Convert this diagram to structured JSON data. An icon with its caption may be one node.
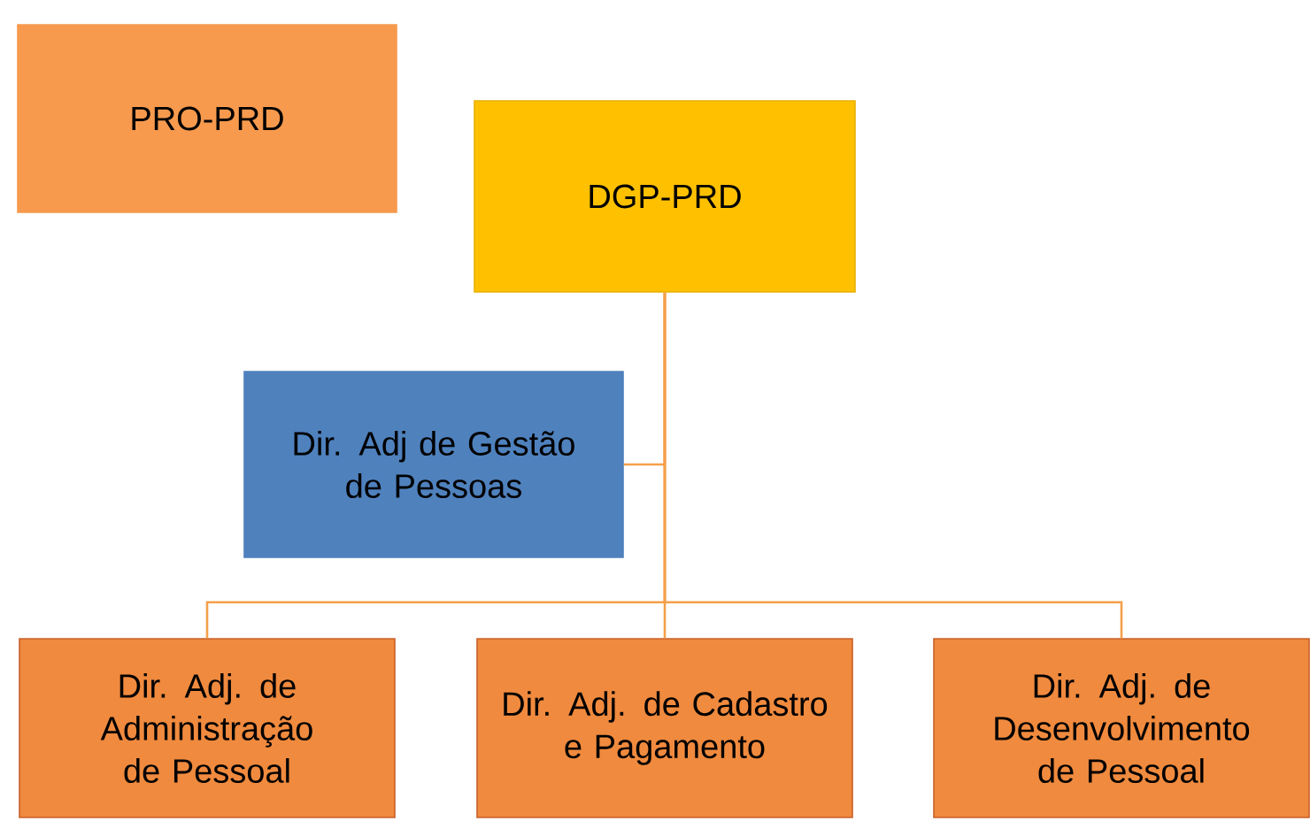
{
  "diagram": {
    "nodes": [
      {
        "text": [
          "PRO-PRD"
        ]
      },
      {
        "text": [
          "DGP-PRD"
        ]
      },
      {
        "text": [
          "Dir. Adj de Gestão de Pessoas"
        ]
      },
      {
        "text": [
          "Dir. Adj. de Administração de Pessoal"
        ]
      },
      {
        "text": [
          "Dir. Adj. de Cadastro e Pagamento"
        ]
      },
      {
        "text": [
          "Dir. Adj. de Desenvolvimento de Pessoal"
        ]
      }
    ],
    "edges": [
      {
        "from": 1,
        "to": 2,
        "arrow": "none"
      },
      {
        "from": 1,
        "to": 3,
        "arrow": "none"
      },
      {
        "from": 1,
        "to": 4,
        "arrow": "none"
      },
      {
        "from": 1,
        "to": 5,
        "arrow": "none"
      }
    ]
  }
}
